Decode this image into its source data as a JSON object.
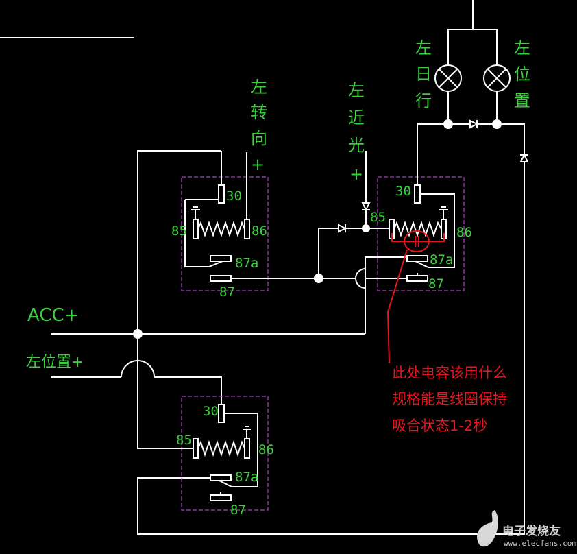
{
  "labels": {
    "acc": "ACC+",
    "left_position_input": "左位置+",
    "left_turn": [
      "左",
      "转",
      "向",
      "+"
    ],
    "left_low_beam": [
      "左",
      "近",
      "光",
      "+"
    ],
    "left_drl": [
      "左",
      "日",
      "行"
    ],
    "left_position_lamp": [
      "左",
      "位",
      "置"
    ]
  },
  "relays": [
    {
      "name": "relay-top-left",
      "pins": {
        "p30": "30",
        "p85": "85",
        "p86": "86",
        "p87a": "87a",
        "p87": "87"
      }
    },
    {
      "name": "relay-top-right",
      "pins": {
        "p30": "30",
        "p85": "85",
        "p86": "86",
        "p87a": "87a",
        "p87": "87"
      }
    },
    {
      "name": "relay-bottom",
      "pins": {
        "p30": "30",
        "p85": "85",
        "p86": "86",
        "p87a": "87a",
        "p87": "87"
      }
    }
  ],
  "annotation": {
    "lines": [
      "此处电容该用什么",
      "规格能是线圈保持",
      "吸合状态1-2秒"
    ]
  },
  "watermark": {
    "brand": "电子发烧友",
    "url": "www.elecfans.com"
  },
  "colors": {
    "background": "#000000",
    "wire": "#ffffff",
    "label": "#3ad13a",
    "relay_box": "#b03cc8",
    "annotation": "#e8141e"
  }
}
